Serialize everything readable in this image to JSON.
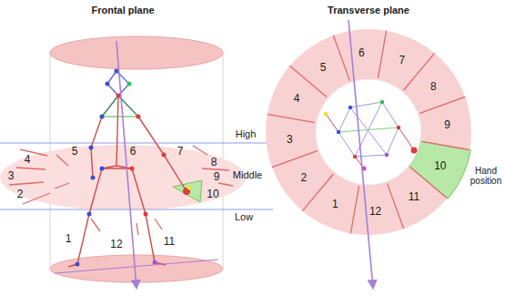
{
  "diagram": {
    "labels": [
      "Frontal plane",
      "High",
      "Middle",
      "Low",
      "1",
      "2",
      "3",
      "4",
      "5",
      "6",
      "7",
      "8",
      "9",
      "10",
      "11",
      "12",
      "Transverse plane",
      "1",
      "2",
      "3",
      "4",
      "5",
      "6",
      "7",
      "8",
      "9",
      "10",
      "11",
      "12",
      "Hand position"
    ]
  }
}
